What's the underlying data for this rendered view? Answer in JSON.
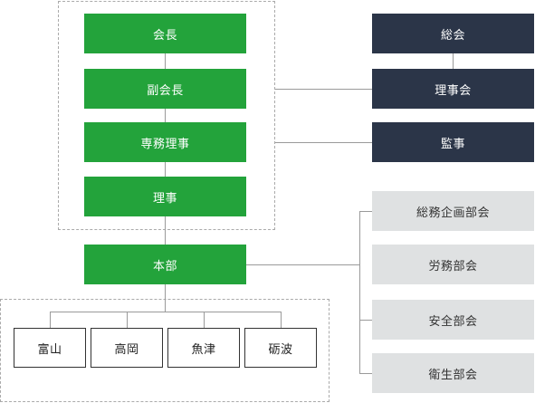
{
  "colors": {
    "green": "#23a33b",
    "navy": "#2b3548",
    "gray": "#dfe1e2"
  },
  "executive_group": [
    "会長",
    "副会長",
    "専務理事",
    "理事"
  ],
  "governance": {
    "general_assembly": "総会",
    "board": "理事会",
    "auditor": "監事"
  },
  "headquarters": "本部",
  "departments": [
    "総務企画部会",
    "労務部会",
    "安全部会",
    "衛生部会"
  ],
  "branches": [
    "富山",
    "高岡",
    "魚津",
    "砺波"
  ]
}
